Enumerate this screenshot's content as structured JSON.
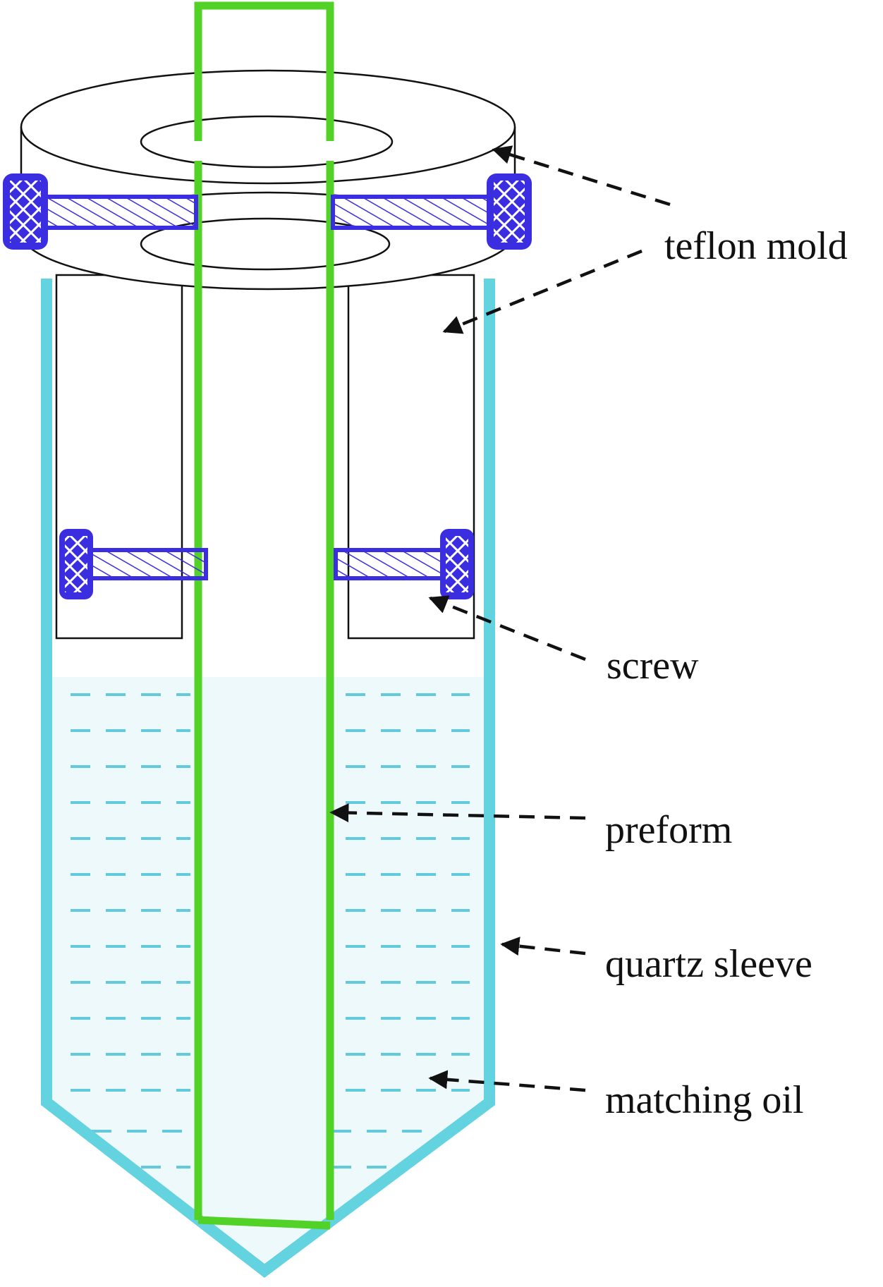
{
  "diagram": {
    "labels": {
      "teflon_mold": "teflon mold",
      "screw": "screw",
      "preform": "preform",
      "quartz_sleeve": "quartz sleeve",
      "matching_oil": "matching oil"
    },
    "colors": {
      "preform": "#52d126",
      "quartz_sleeve": "#63d3e0",
      "matching_oil_dash": "#63c9dc",
      "matching_oil_fill": "#eaf8fb",
      "screw": "#3b2ee0",
      "outline": "#111111",
      "arrow": "#111111"
    }
  }
}
